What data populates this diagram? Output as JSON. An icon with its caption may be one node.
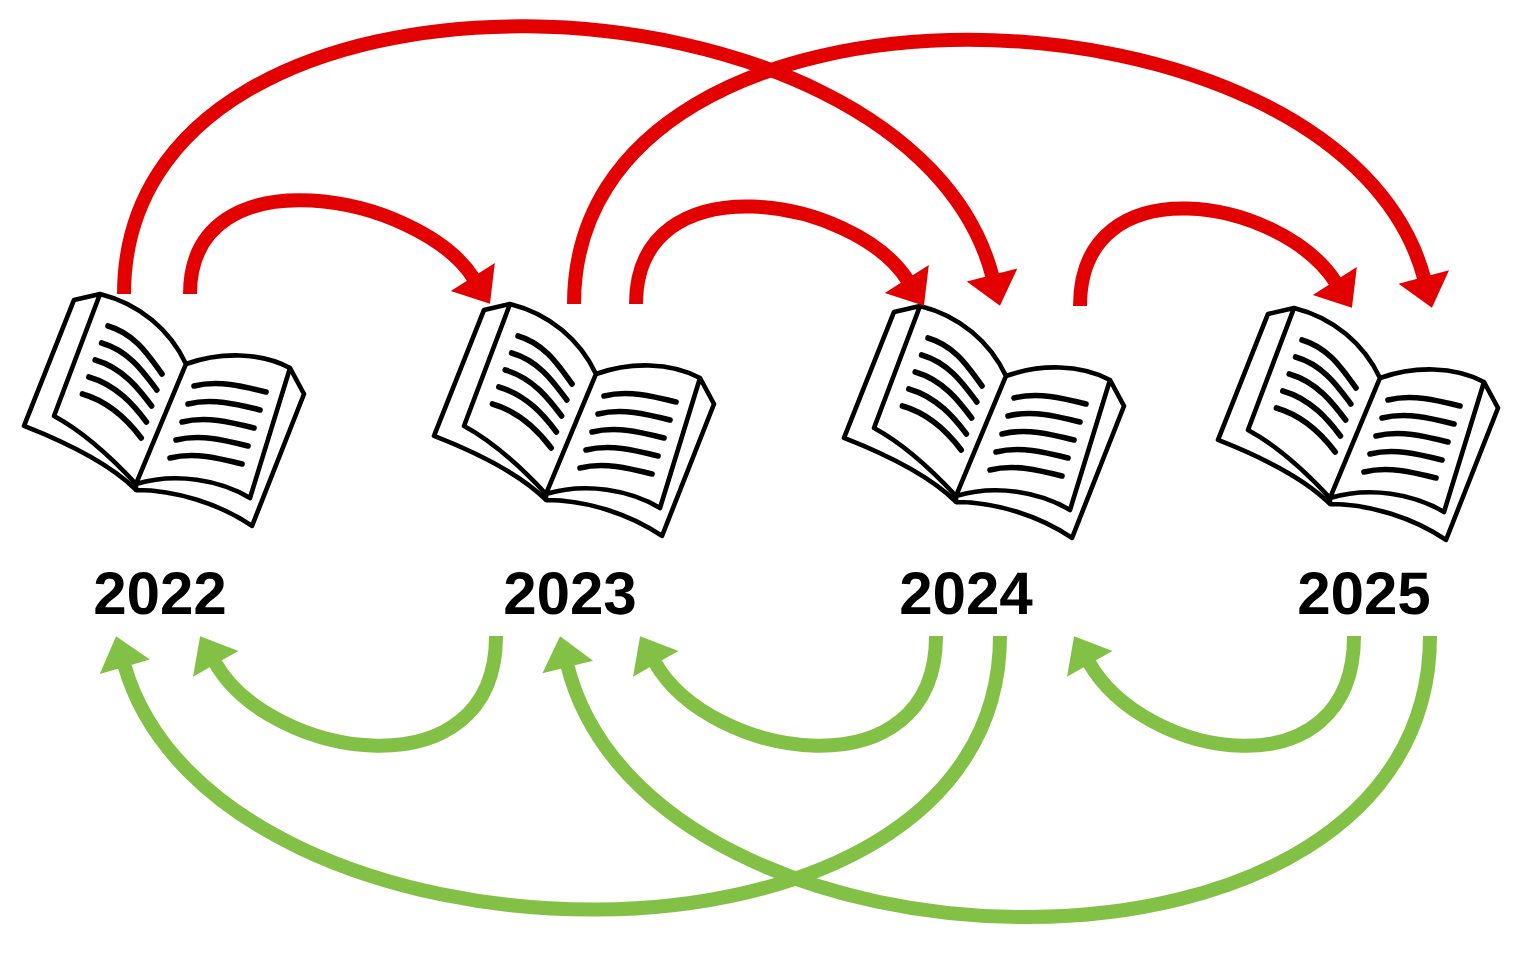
{
  "diagram": {
    "nodes": [
      {
        "text": [
          "2022"
        ]
      },
      {
        "text": [
          "2023"
        ]
      },
      {
        "text": [
          "2024"
        ]
      },
      {
        "text": [
          "2025"
        ]
      }
    ],
    "edges": [
      {
        "from": 0,
        "to": 2,
        "arrow": "to",
        "color": "#e30000"
      },
      {
        "from": 1,
        "to": 3,
        "arrow": "to",
        "color": "#e30000"
      },
      {
        "from": 0,
        "to": 1,
        "arrow": "to",
        "color": "#e30000"
      },
      {
        "from": 1,
        "to": 2,
        "arrow": "to",
        "color": "#e30000"
      },
      {
        "from": 2,
        "to": 3,
        "arrow": "to",
        "color": "#e30000"
      },
      {
        "from": 1,
        "to": 0,
        "arrow": "to",
        "color": "#82c146"
      },
      {
        "from": 2,
        "to": 1,
        "arrow": "to",
        "color": "#82c146"
      },
      {
        "from": 3,
        "to": 2,
        "arrow": "to",
        "color": "#82c146"
      },
      {
        "from": 2,
        "to": 0,
        "arrow": "to",
        "color": "#82c146"
      },
      {
        "from": 3,
        "to": 1,
        "arrow": "to",
        "color": "#82c146"
      }
    ]
  }
}
